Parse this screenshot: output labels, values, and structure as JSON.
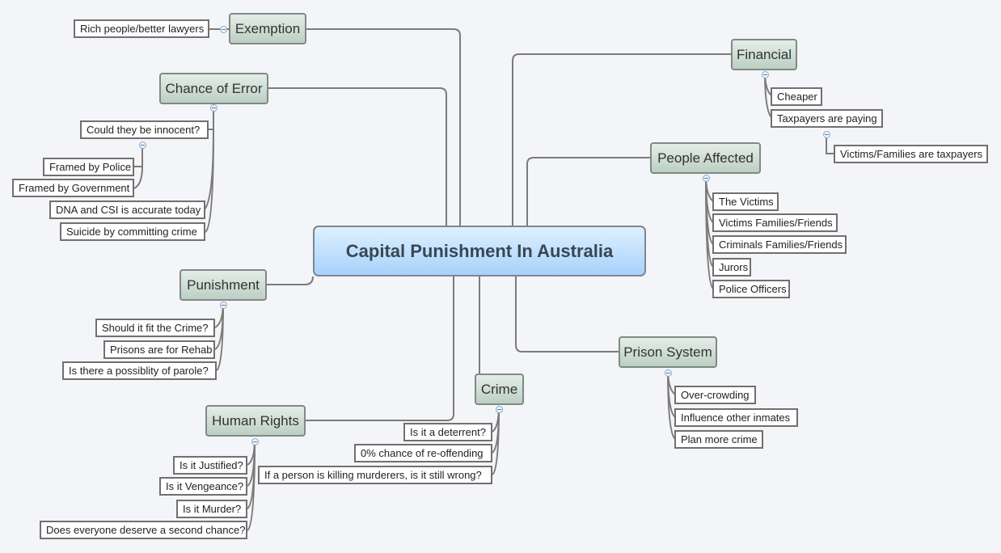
{
  "central": "Capital Punishment In Australia",
  "topics": {
    "exemption": {
      "label": "Exemption",
      "items": [
        "Rich people/better lawyers"
      ]
    },
    "chance_of_error": {
      "label": "Chance of Error",
      "items": [
        "Could they be innocent?",
        "Framed by Police",
        "Framed by Government",
        "DNA and CSI is accurate today",
        "Suicide by committing crime"
      ]
    },
    "punishment": {
      "label": "Punishment",
      "items": [
        "Should it fit the Crime?",
        "Prisons are for Rehab",
        "Is there a possiblity of parole?"
      ]
    },
    "human_rights": {
      "label": "Human Rights",
      "items": [
        "Is it Justified?",
        "Is it Vengeance?",
        "Is it Murder?",
        "Does everyone deserve a second chance?"
      ]
    },
    "crime": {
      "label": "Crime",
      "items": [
        "Is it a deterrent?",
        "0% chance of re-offending",
        "If a person is killing murderers, is it still wrong?"
      ]
    },
    "financial": {
      "label": "Financial",
      "items": [
        "Cheaper",
        "Taxpayers are paying",
        "Victims/Families are taxpayers"
      ]
    },
    "people_affected": {
      "label": "People Affected",
      "items": [
        "The Victims",
        "Victims Families/Friends",
        "Criminals Families/Friends",
        "Jurors",
        "Police Officers"
      ]
    },
    "prison_system": {
      "label": "Prison System",
      "items": [
        "Over-crowding",
        "Influence other inmates",
        "Plan more crime"
      ]
    }
  }
}
